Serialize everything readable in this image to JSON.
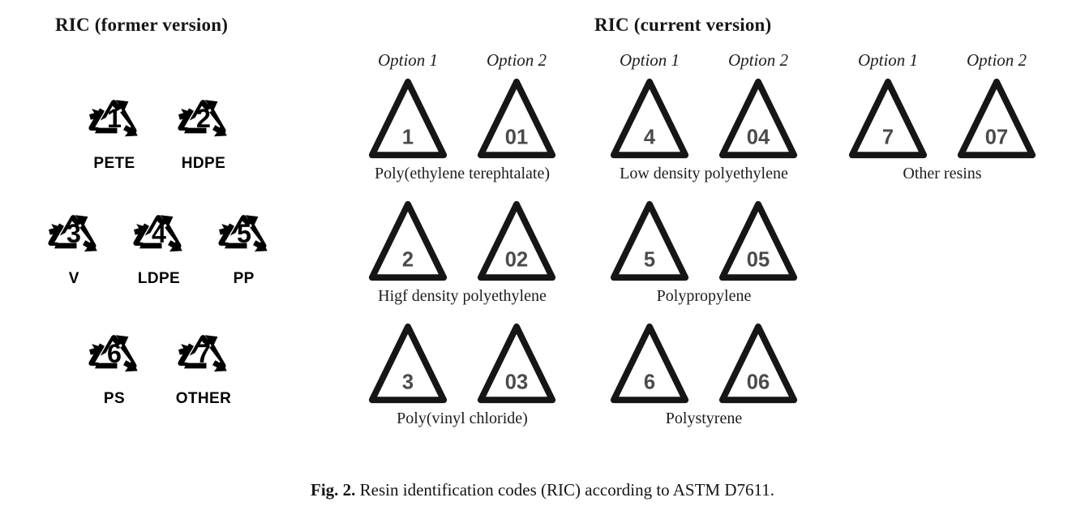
{
  "figure": {
    "caption_label": "Fig. 2.",
    "caption_text": "Resin identification codes (RIC) according to ASTM D7611."
  },
  "former": {
    "heading": "RIC (former version)",
    "symbol_icon": "mobius-loop-icon",
    "rows": [
      [
        {
          "number": "1",
          "label": "PETE"
        },
        {
          "number": "2",
          "label": "HDPE"
        }
      ],
      [
        {
          "number": "3",
          "label": "V"
        },
        {
          "number": "4",
          "label": "LDPE"
        },
        {
          "number": "5",
          "label": "PP"
        }
      ],
      [
        {
          "number": "6",
          "label": "PS"
        },
        {
          "number": "7",
          "label": "OTHER"
        }
      ]
    ]
  },
  "current": {
    "heading": "RIC (current version)",
    "symbol_icon": "equilateral-triangle-icon",
    "option_labels": [
      "Option 1",
      "Option 2"
    ],
    "groups": [
      {
        "entries": [
          {
            "option1": "1",
            "option2": "01",
            "resin": "Poly(ethylene terephtalate)"
          },
          {
            "option1": "2",
            "option2": "02",
            "resin": "Higf density polyethylene"
          },
          {
            "option1": "3",
            "option2": "03",
            "resin": "Poly(vinyl chloride)"
          }
        ]
      },
      {
        "entries": [
          {
            "option1": "4",
            "option2": "04",
            "resin": "Low density polyethylene"
          },
          {
            "option1": "5",
            "option2": "05",
            "resin": "Polypropylene"
          },
          {
            "option1": "6",
            "option2": "06",
            "resin": "Polystyrene"
          }
        ]
      },
      {
        "entries": [
          {
            "option1": "7",
            "option2": "07",
            "resin": "Other resins"
          }
        ]
      }
    ]
  },
  "colors": {
    "ink": "#000000",
    "triangle_stroke": "#161616",
    "triangle_digit": "#4a4a4a",
    "background": "#ffffff"
  }
}
